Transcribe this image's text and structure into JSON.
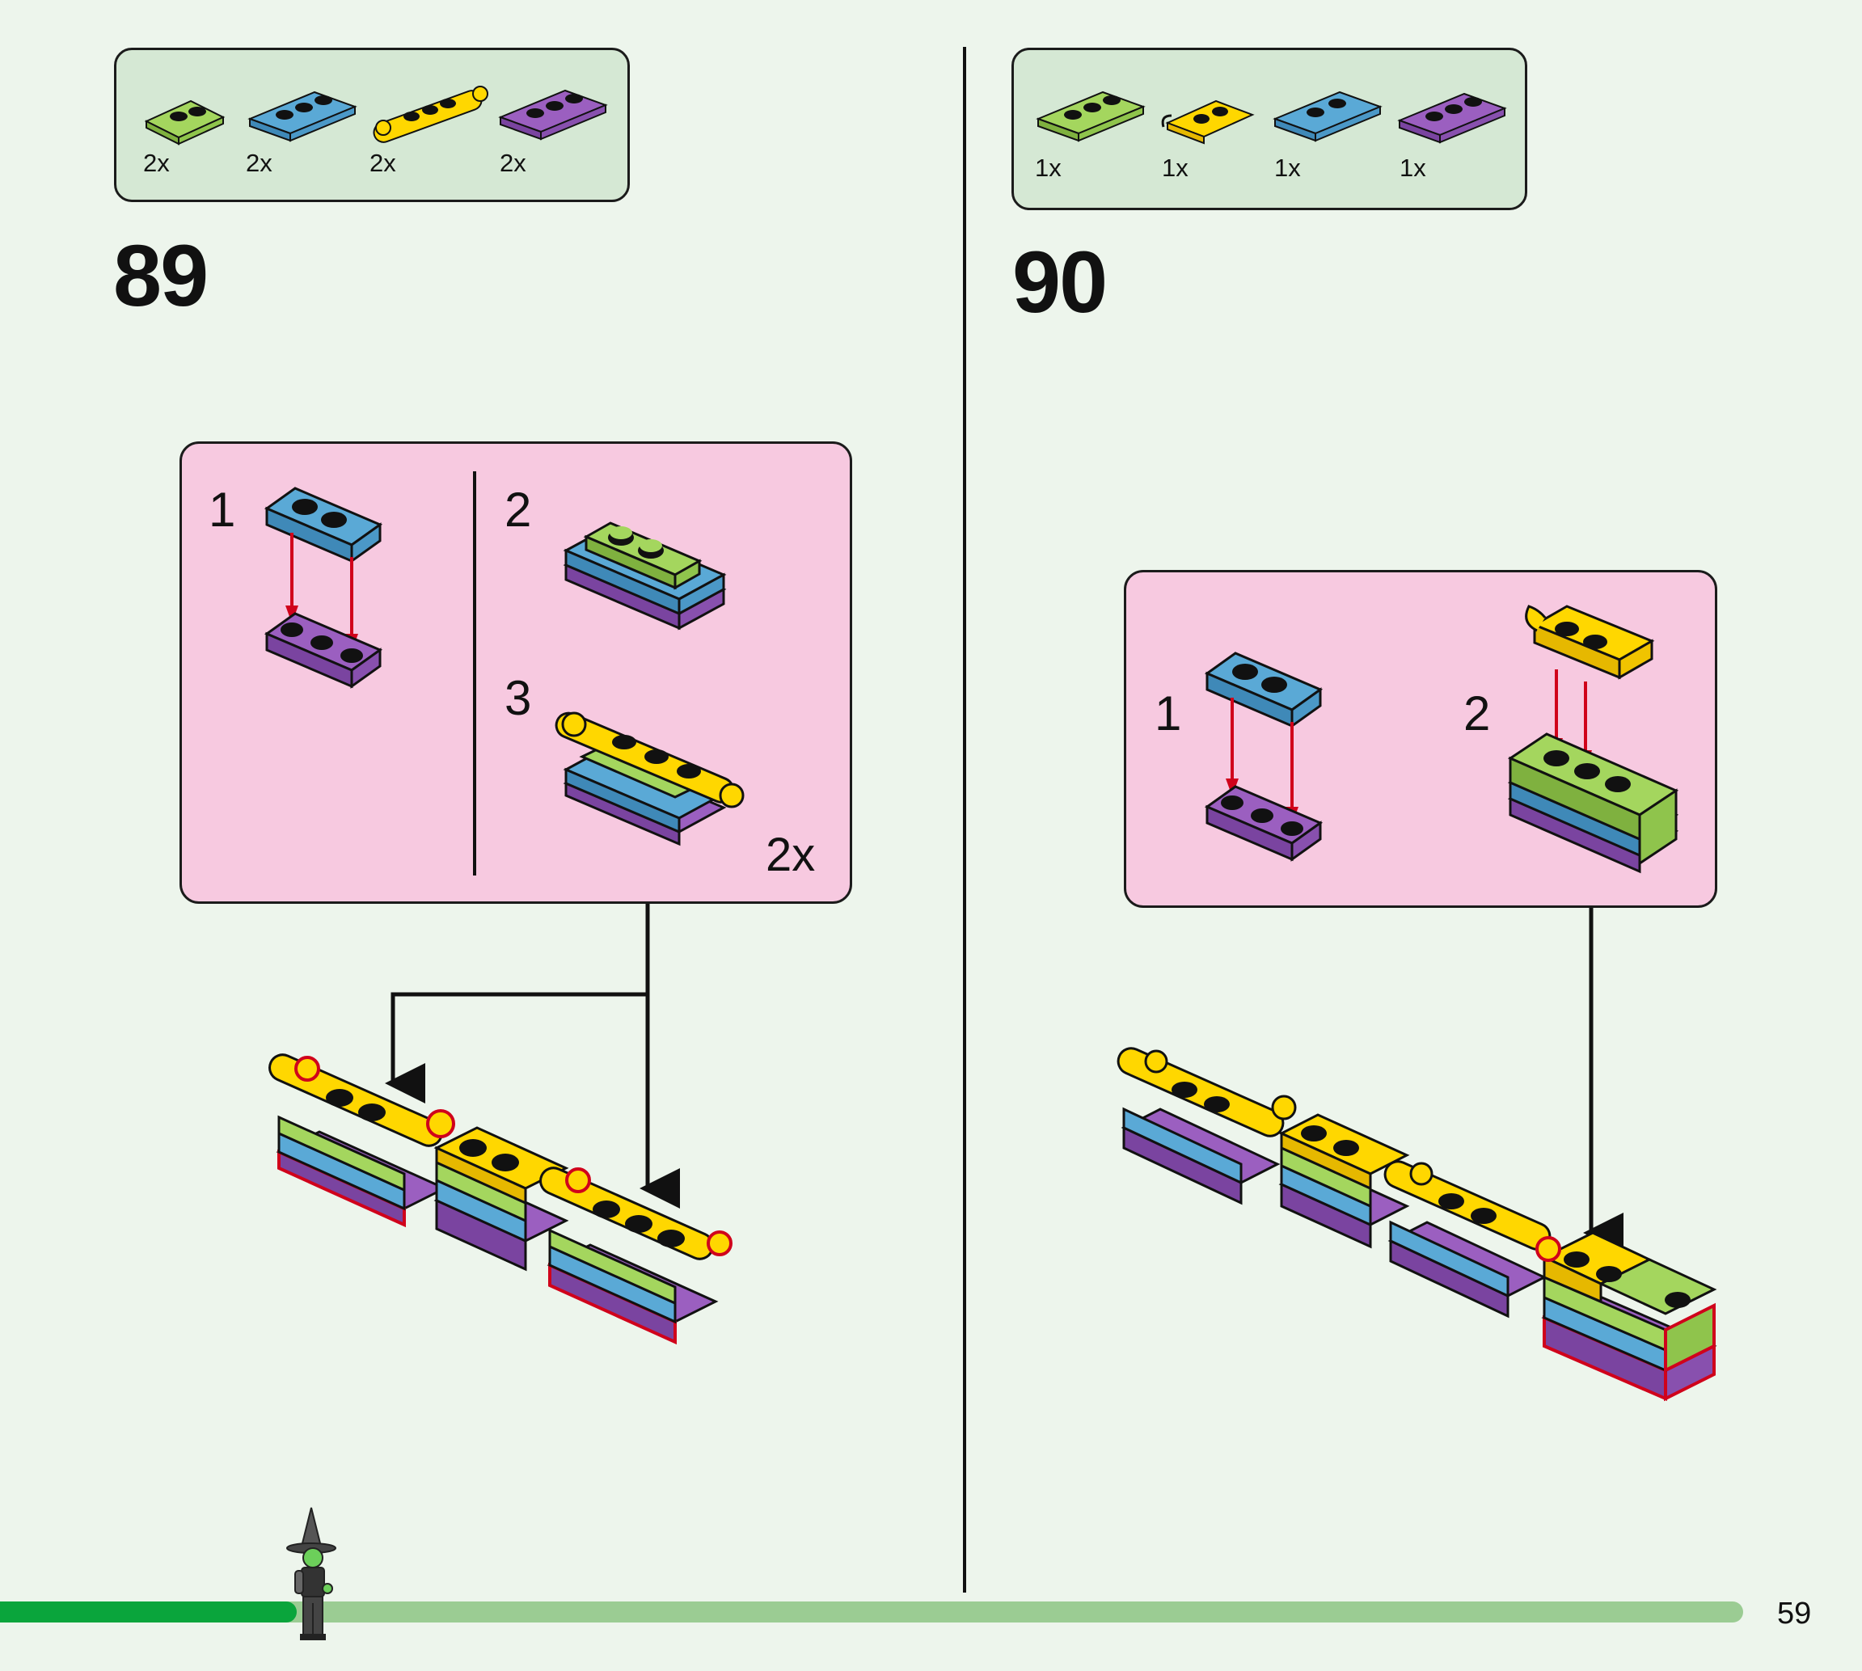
{
  "steps": [
    {
      "number": "89",
      "parts": [
        {
          "icon": "lime-plate-1x2-icon",
          "qty": "2x",
          "color": "#a4d65e"
        },
        {
          "icon": "blue-plate-1x3-icon",
          "qty": "2x",
          "color": "#5aa9d6"
        },
        {
          "icon": "yellow-plate-with-clips-icon",
          "qty": "2x",
          "color": "#ffd700"
        },
        {
          "icon": "purple-plate-1x3-icon",
          "qty": "2x",
          "color": "#9b5fc0"
        }
      ],
      "substeps": [
        "1",
        "2",
        "3"
      ],
      "multiplier": "2x"
    },
    {
      "number": "90",
      "parts": [
        {
          "icon": "lime-plate-1x3-icon",
          "qty": "1x",
          "color": "#a4d65e"
        },
        {
          "icon": "yellow-plate-with-clip-icon",
          "qty": "1x",
          "color": "#ffd700"
        },
        {
          "icon": "blue-plate-1x2-icon",
          "qty": "1x",
          "color": "#5aa9d6"
        },
        {
          "icon": "purple-plate-1x3-icon",
          "qty": "1x",
          "color": "#9b5fc0"
        }
      ],
      "substeps": [
        "1",
        "2"
      ]
    }
  ],
  "progress": {
    "fraction": 0.17,
    "color": "#0aa53c",
    "track_color": "#9bcc93"
  },
  "page_number": "59",
  "colors": {
    "background": "#edf5ec",
    "callout": "#f7c9e0",
    "parts_box": "#d5e8d4",
    "arrow_red": "#d0021b"
  }
}
